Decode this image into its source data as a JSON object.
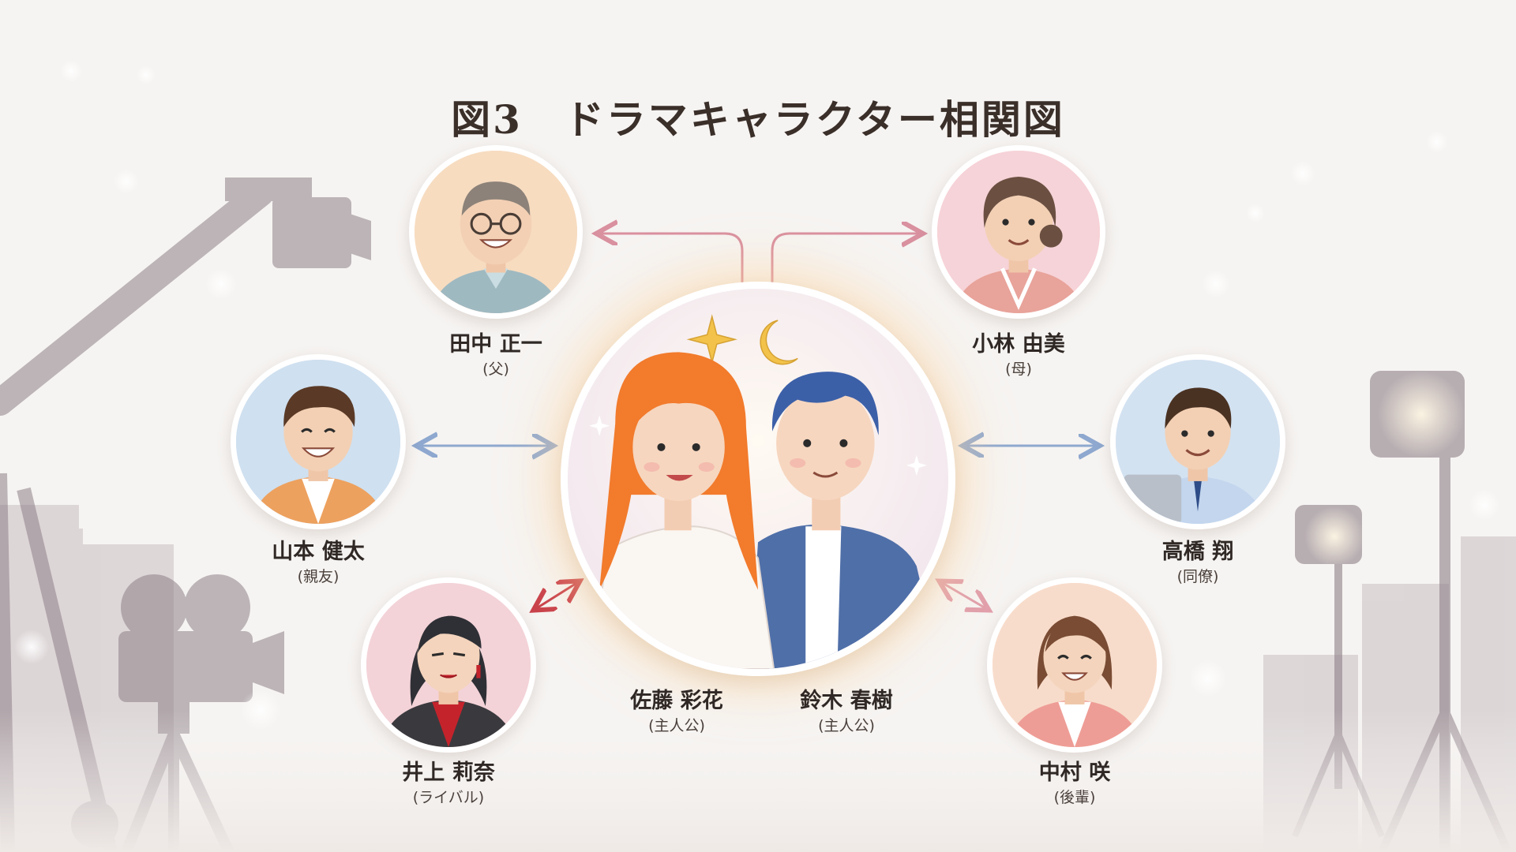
{
  "title": "図3　ドラマキャラクター相関図",
  "colors": {
    "family_link": "#d9909f",
    "friend_link": "#8ea8cf",
    "rival_link": "#c9414a",
    "kohai_link": "#e1a0ab",
    "background": "#f6f4f2"
  },
  "icons": {
    "sparkle": "sparkle-icon",
    "moon": "crescent-moon-icon"
  },
  "main": [
    {
      "name": "佐藤 彩花",
      "role": "(主人公)"
    },
    {
      "name": "鈴木 春樹",
      "role": "(主人公)"
    }
  ],
  "characters": [
    {
      "id": "tanaka",
      "name": "田中 正一",
      "role": "(父)"
    },
    {
      "id": "kobayashi",
      "name": "小林 由美",
      "role": "(母)"
    },
    {
      "id": "yamamoto",
      "name": "山本 健太",
      "role": "(親友)"
    },
    {
      "id": "takahashi",
      "name": "高橋 翔",
      "role": "(同僚)"
    },
    {
      "id": "inoue",
      "name": "井上 莉奈",
      "role": "(ライバル)"
    },
    {
      "id": "nakamura",
      "name": "中村 咲",
      "role": "(後輩)"
    }
  ]
}
